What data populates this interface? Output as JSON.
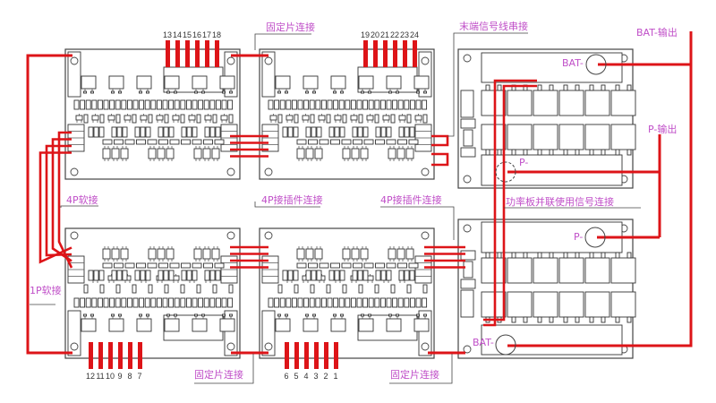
{
  "diagram": {
    "type": "wiring-diagram",
    "colors": {
      "wire": "#dd1418",
      "label": "#c04fc8",
      "outline": "#444444"
    },
    "boards": [
      {
        "id": "board-top-left",
        "pins_label": [
          "13",
          "14",
          "15",
          "16",
          "17",
          "18"
        ]
      },
      {
        "id": "board-top-middle",
        "pins_label": [
          "19",
          "20",
          "21",
          "22",
          "23",
          "24"
        ]
      },
      {
        "id": "board-bottom-left",
        "pins_label": [
          "12",
          "11",
          "10",
          "9",
          "8",
          "7"
        ]
      },
      {
        "id": "board-bottom-middle",
        "pins_label": [
          "6",
          "5",
          "4",
          "3",
          "2",
          "1"
        ]
      },
      {
        "id": "power-board-top"
      },
      {
        "id": "power-board-bottom"
      }
    ],
    "labels": {
      "fixed_link_top": "固定片连接",
      "end_signal_series": "末端信号线串接",
      "bat_output": "BAT-输出",
      "p_output": "P-输出",
      "soft_4p": "4P软接",
      "plug_4p_left": "4P接插件连接",
      "plug_4p_right": "4P接插件连接",
      "power_parallel_signal": "功率板并联使用信号连接",
      "soft_1p": "1P软接",
      "fixed_link_bottom_left": "固定片连接",
      "fixed_link_bottom_right": "固定片连接",
      "bat_top": "BAT-",
      "p_top": "P-",
      "p_bottom": "P-",
      "bat_bottom": "BAT-"
    }
  }
}
